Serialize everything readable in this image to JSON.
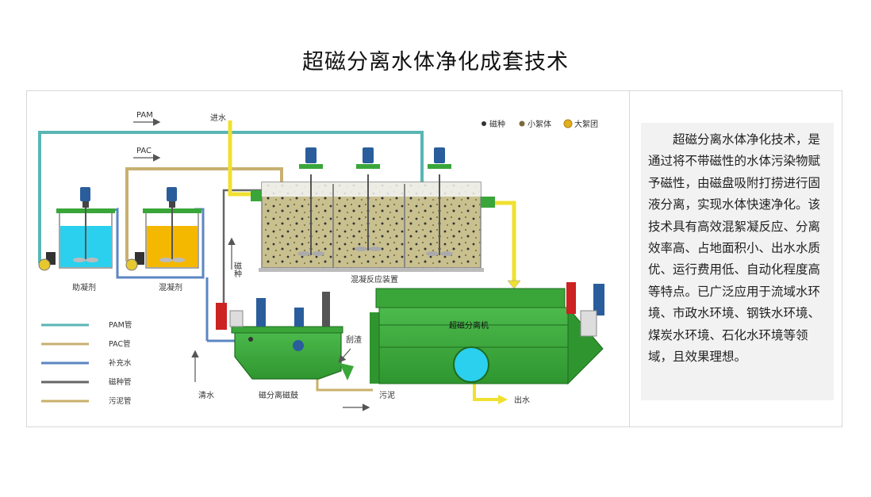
{
  "page": {
    "title": "超磁分离水体净化成套技术",
    "description": "超磁分离水体净化技术，是通过将不带磁性的水体污染物赋予磁性，由磁盘吸附打捞进行固液分离，实现水体快速净化。该技术具有高效混絮凝反应、分离效率高、占地面积小、出水水质优、运行费用低、自动化程度高等特点。已广泛应用于流域水环境、市政水环境、钢铁水环境、煤炭水环境、石化水环境等领域，且效果理想。"
  },
  "diagram": {
    "labels": {
      "pam": "PAM",
      "pac": "PAC",
      "inlet": "进水",
      "coagulant_aid": "助凝剂",
      "coagulant": "混凝剂",
      "reactor": "混凝反应装置",
      "separator": "超磁分离机",
      "drum": "磁分离磁鼓",
      "magnet_seed_vertical": "磁种",
      "scraping": "刮渣",
      "clean_water": "清水",
      "sludge": "污泥",
      "outlet": "出水"
    },
    "legend_particles": [
      {
        "label": "磁种",
        "color": "#333333"
      },
      {
        "label": "小絮体",
        "color": "#7a6a3a"
      },
      {
        "label": "大絮团",
        "color": "#e0b020"
      }
    ],
    "legend_pipes": [
      {
        "label": "PAM管",
        "color": "#5ab5b5"
      },
      {
        "label": "PAC管",
        "color": "#c8b070"
      },
      {
        "label": "补充水",
        "color": "#5b86c2"
      },
      {
        "label": "磁种管",
        "color": "#666666"
      },
      {
        "label": "污泥管",
        "color": "#c9b06a"
      }
    ],
    "colors": {
      "green": "#3aa63a",
      "pam_liquid": "#2ad0ee",
      "pac_liquid": "#f5b800",
      "inlet_pipe": "#f0e030",
      "motor": "#2a5d9c"
    }
  }
}
